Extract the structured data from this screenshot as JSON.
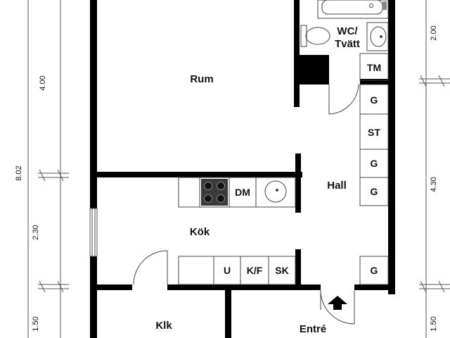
{
  "rooms": {
    "rum": "Rum",
    "wc": "WC/",
    "wc2": "Tvätt",
    "hall": "Hall",
    "kok": "Kök",
    "klk": "Klk",
    "entre": "Entré"
  },
  "fixtures": {
    "tm": "TM",
    "g1": "G",
    "st": "ST",
    "g2": "G",
    "g3": "G",
    "g4": "G",
    "dm": "DM",
    "u": "U",
    "kf": "K/F",
    "sk": "SK"
  },
  "dimensions": {
    "left_top": "4.00",
    "left_total": "8.02",
    "left_mid": "2.30",
    "left_bottom": "1.50",
    "right_top": "2.00",
    "right_mid": "4.30",
    "right_bottom": "1.50"
  }
}
